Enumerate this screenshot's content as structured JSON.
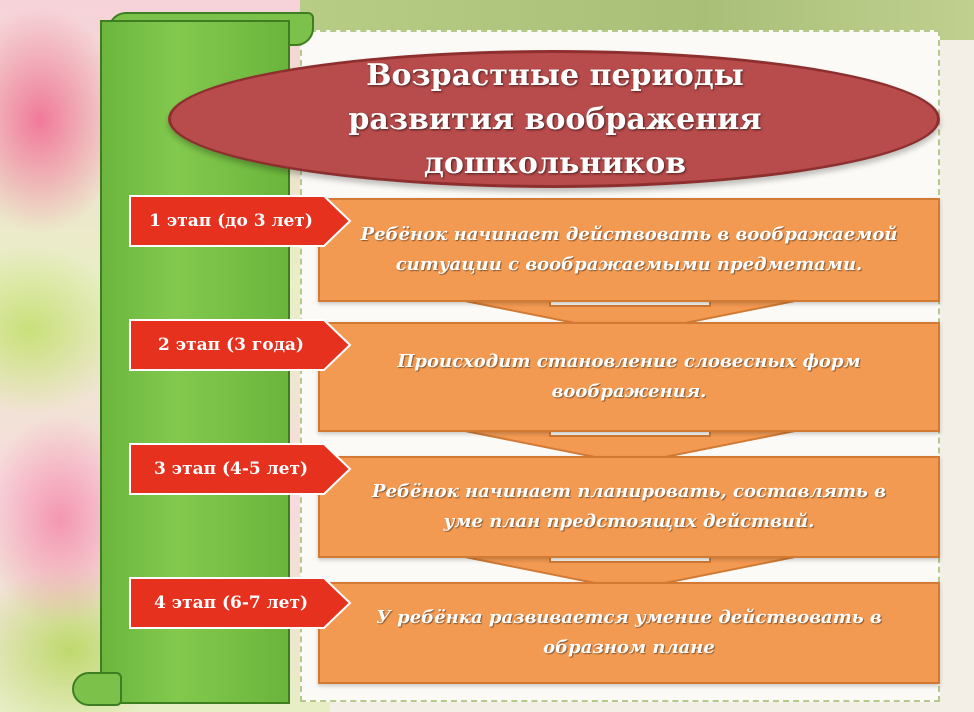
{
  "title": "Возрастные периоды развития воображения дошкольников",
  "stages": [
    {
      "label": "1 этап (до 3 лет)",
      "description": "Ребёнок начинает действовать в воображаемой ситуации с воображаемыми предметами."
    },
    {
      "label": "2 этап (3 года)",
      "description": "Происходит становление словесных форм воображения."
    },
    {
      "label": "3 этап (4-5 лет)",
      "description": "Ребёнок начинает планировать, составлять в уме план предстоящих действий."
    },
    {
      "label": "4 этап (6-7 лет)",
      "description": "У ребёнка развивается умение действовать в образном плане"
    }
  ],
  "colors": {
    "title_oval": "#b84b4b",
    "stage_arrow": "#e6311f",
    "description_box": "#f39a52",
    "scroll": "#7cc24a"
  }
}
